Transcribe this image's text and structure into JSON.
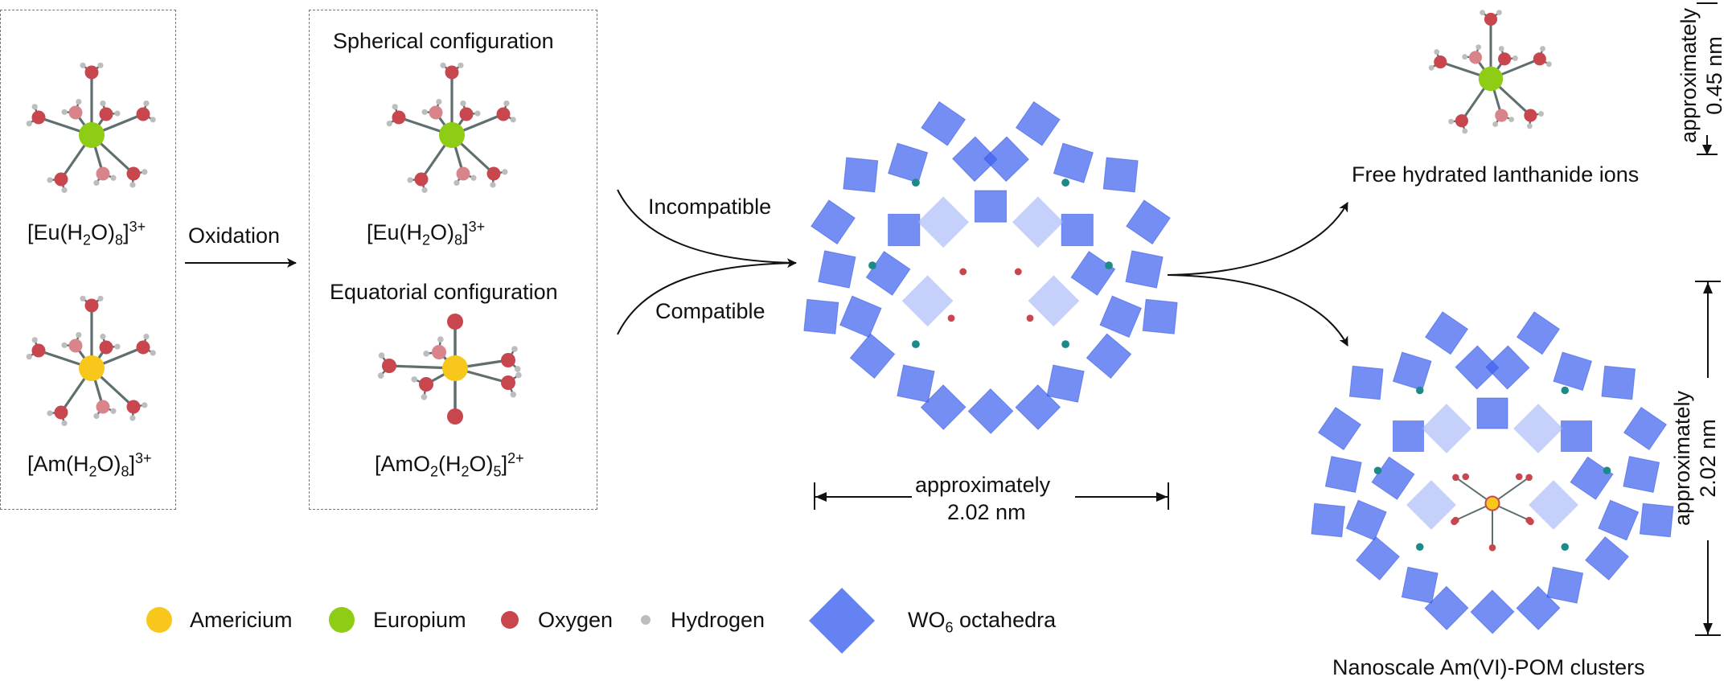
{
  "left_box": {
    "eu_formula": {
      "a": "[Eu(H",
      "s1": "2",
      "b": "O)",
      "s2": "8",
      "c": "]",
      "sup": "3+"
    },
    "am_formula": {
      "a": "[Am(H",
      "s1": "2",
      "b": "O)",
      "s2": "8",
      "c": "]",
      "sup": "3+"
    }
  },
  "oxidation_label": "Oxidation",
  "middle_box": {
    "spherical_label": "Spherical configuration",
    "eu_formula": {
      "a": "[Eu(H",
      "s1": "2",
      "b": "O)",
      "s2": "8",
      "c": "]",
      "sup": "3+"
    },
    "equatorial_label": "Equatorial configuration",
    "amo2_formula": {
      "a": "[AmO",
      "s1": "2",
      "b": "(H",
      "s2": "2",
      "c": "O)",
      "s3": "5",
      "d": "]",
      "sup": "2+"
    }
  },
  "incompatible_label": "Incompatible",
  "compatible_label": "Compatible",
  "pom_size": {
    "line1": "approximately",
    "line2": "2.02 nm"
  },
  "free_ions_label": "Free hydrated lanthanide ions",
  "free_ion_size": {
    "line1": "approximately",
    "line2": "0.45 nm"
  },
  "cluster_label": "Nanoscale Am(VI)-POM clusters",
  "cluster_size": {
    "line1": "approximately",
    "line2": "2.02 nm"
  },
  "legend": {
    "americium": "Americium",
    "europium": "Europium",
    "oxygen": "Oxygen",
    "hydrogen": "Hydrogen",
    "wo6": {
      "a": "WO",
      "sub": "6",
      "b": " octahedra"
    }
  },
  "colors": {
    "americium": "#f7c71c",
    "europium": "#8fcc16",
    "oxygen": "#c8464e",
    "oxygen_light": "#d9848a",
    "hydrogen": "#bdbdbd",
    "octahedra": "#3f63f0",
    "bond": "#5f6f6f"
  }
}
